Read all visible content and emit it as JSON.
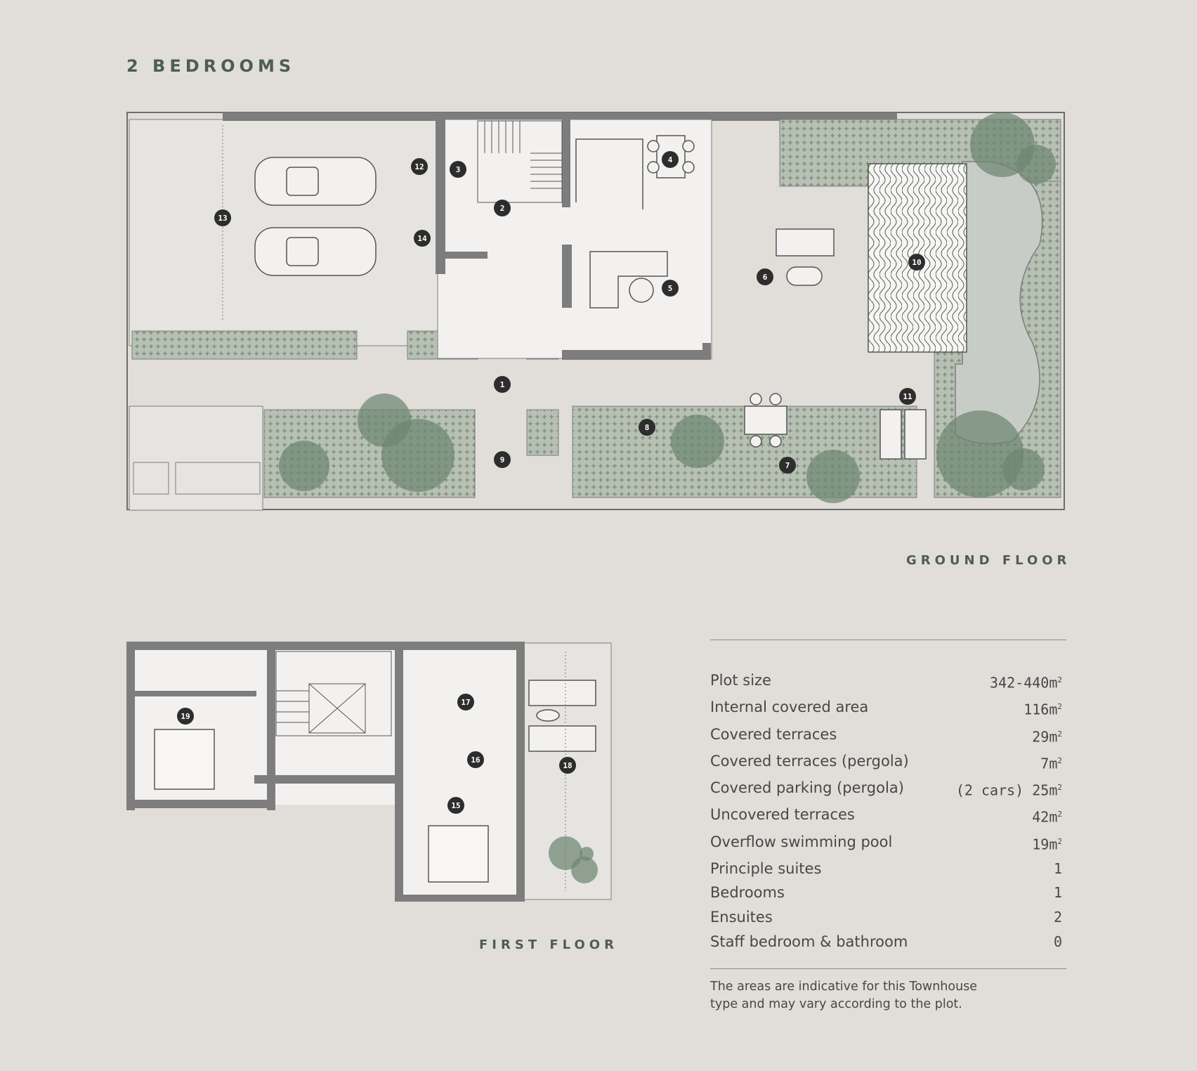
{
  "title": "2 BEDROOMS",
  "ground_floor": {
    "label": "GROUND FLOOR",
    "markers": [
      "1",
      "2",
      "3",
      "4",
      "5",
      "6",
      "7",
      "8",
      "9",
      "10",
      "11",
      "12",
      "13",
      "14"
    ]
  },
  "first_floor": {
    "label": "FIRST FLOOR",
    "markers": [
      "15",
      "16",
      "17",
      "18",
      "19"
    ]
  },
  "specs": [
    {
      "label": "Plot size",
      "value": "342-440m",
      "unit_sup": "2"
    },
    {
      "label": "Internal covered area",
      "value": "116m",
      "unit_sup": "2"
    },
    {
      "label": "Covered terraces",
      "value": "29m",
      "unit_sup": "2"
    },
    {
      "label": "Covered terraces (pergola)",
      "value": "7m",
      "unit_sup": "2"
    },
    {
      "label": "Covered parking (pergola)",
      "value": "(2 cars) 25m",
      "unit_sup": "2"
    },
    {
      "label": "Uncovered terraces",
      "value": "42m",
      "unit_sup": "2"
    },
    {
      "label": "Overflow swimming pool",
      "value": "19m",
      "unit_sup": "2"
    },
    {
      "label": "Principle suites",
      "value": "1",
      "unit_sup": ""
    },
    {
      "label": "Bedrooms",
      "value": "1",
      "unit_sup": ""
    },
    {
      "label": "Ensuites",
      "value": "2",
      "unit_sup": ""
    },
    {
      "label": "Staff bedroom & bathroom",
      "value": "0",
      "unit_sup": ""
    }
  ],
  "note": {
    "line1": "The areas are indicative for this Townhouse",
    "line2": "type and may vary according to the plot."
  },
  "colors": {
    "background": "#e1ded9",
    "wall": "#7d7d7d",
    "floor": "#f2f1ef",
    "planter": "#b6c0b3",
    "tree": "#6e8571",
    "pool": "#c8ccc7",
    "accent_text": "#4d5e52"
  }
}
